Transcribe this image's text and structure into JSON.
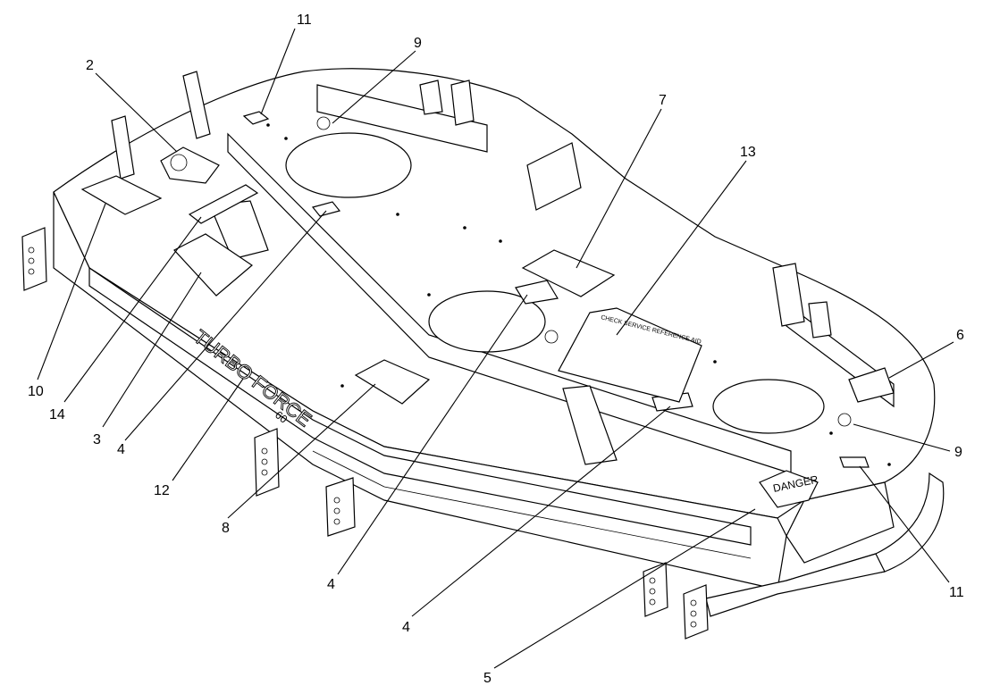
{
  "callouts": [
    {
      "id": "c1",
      "label": "11"
    },
    {
      "id": "c2",
      "label": "9"
    },
    {
      "id": "c3",
      "label": "2"
    },
    {
      "id": "c4",
      "label": "7"
    },
    {
      "id": "c5",
      "label": "13"
    },
    {
      "id": "c6",
      "label": "6"
    },
    {
      "id": "c7",
      "label": "9"
    },
    {
      "id": "c8",
      "label": "11"
    },
    {
      "id": "c9",
      "label": "5"
    },
    {
      "id": "c10",
      "label": "4"
    },
    {
      "id": "c11",
      "label": "4"
    },
    {
      "id": "c12",
      "label": "8"
    },
    {
      "id": "c13",
      "label": "12"
    },
    {
      "id": "c14",
      "label": "4"
    },
    {
      "id": "c15",
      "label": "3"
    },
    {
      "id": "c16",
      "label": "14"
    },
    {
      "id": "c17",
      "label": "10"
    }
  ],
  "decals": {
    "danger": "DANGER",
    "service_reference": "CHECK SERVICE REFERENCE AID"
  },
  "deck_lettering": {
    "brand": "TURBO FORCE",
    "size": "60"
  }
}
